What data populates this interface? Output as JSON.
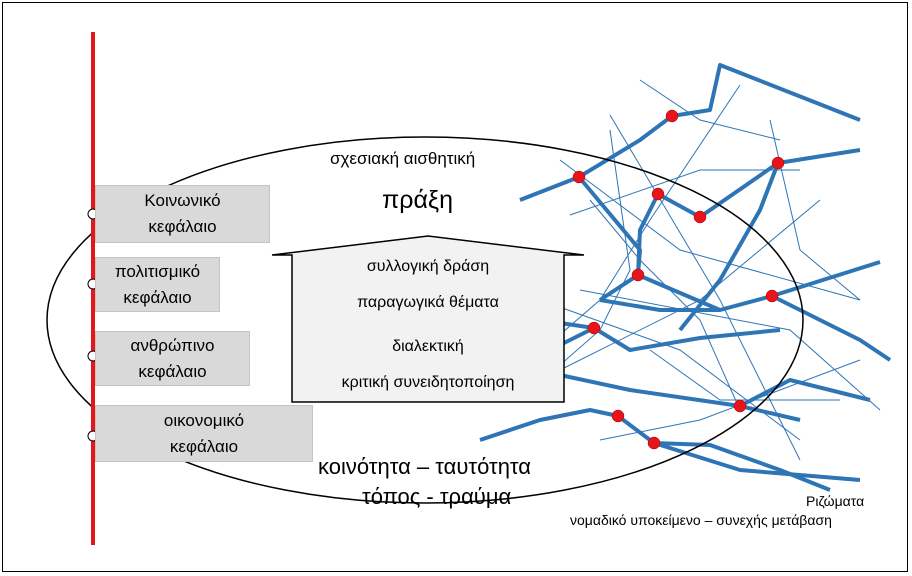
{
  "labels": {
    "relational_aesthetics": "σχεσιακή αισθητική",
    "praxis": "πράξη",
    "community_identity": "κοινότητα – ταυτότητα",
    "place_trauma": "τόπος - τραύμα",
    "rhizomes": "Ριζώματα",
    "nomadic_subject": "νομαδικό υποκείμενο – συνεχής μετάβαση"
  },
  "capitals": [
    {
      "label": "Κοινωνικό\nκεφάλαιο"
    },
    {
      "label": "πολιτισμικό\nκεφάλαιο"
    },
    {
      "label": "ανθρώπινο\nκεφάλαιο"
    },
    {
      "label": "οικονομικό\nκεφάλαιο"
    }
  ],
  "arrow_items": [
    "συλλογική δράση",
    "παραγωγικά θέματα",
    "διαλεκτική",
    "κριτική συνειδητοποίηση"
  ],
  "colors": {
    "axis_line": "#e8141b",
    "rhizome_line": "#2e75b6",
    "node_fill": "#e8141b",
    "box_fill": "#d9d9d9",
    "arrow_fill": "#f2f2f2"
  }
}
